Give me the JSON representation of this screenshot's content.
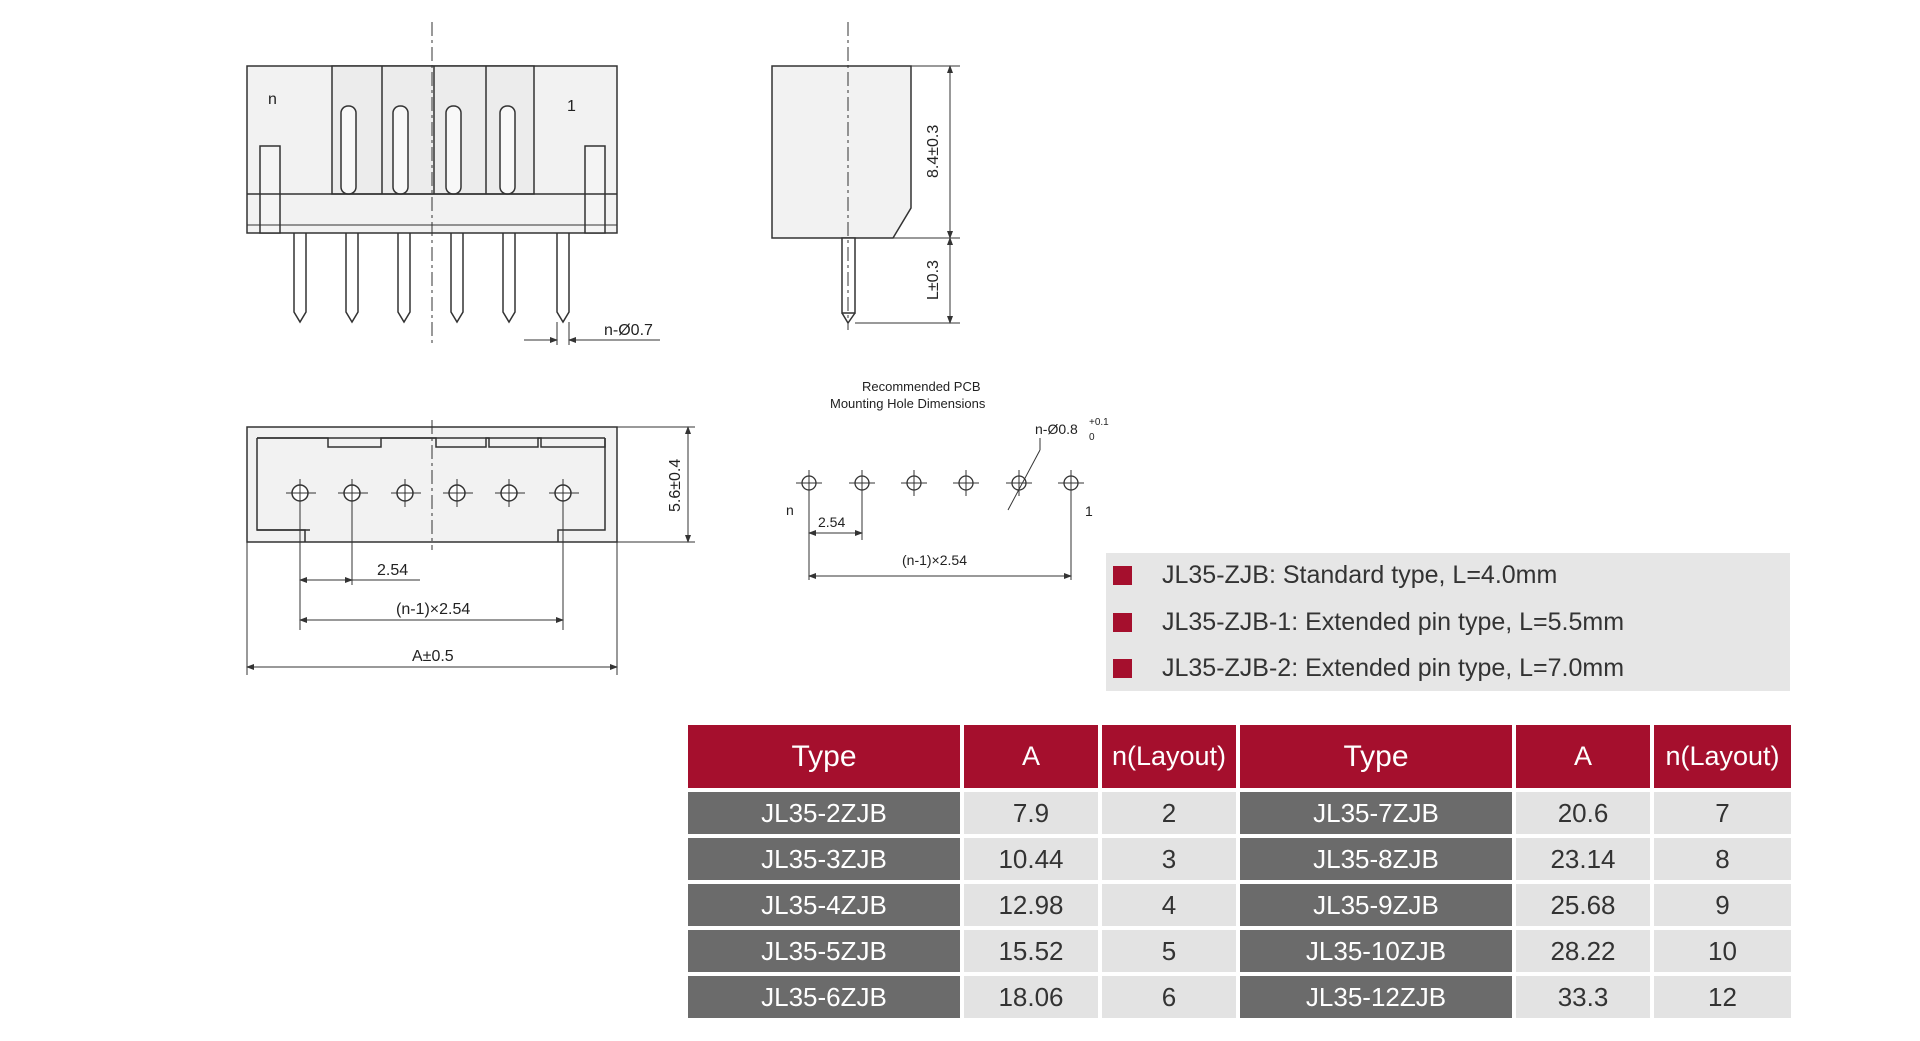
{
  "drawing": {
    "front_n": "n",
    "front_1": "1",
    "pin_dia": "n-Ø0.7",
    "h_body": "8.4±0.3",
    "h_pin": "L±0.3",
    "depth": "5.6±0.4",
    "pitch_bottom": "2.54",
    "span_bottom": "(n-1)×2.54",
    "overall": "A±0.5",
    "pcb_title_1": "Recommended PCB",
    "pcb_title_2": "Mounting Hole Dimensions",
    "pcb_hole": "n-Ø0.8",
    "pcb_tol_plus": "+0.1",
    "pcb_tol_zero": "0",
    "pcb_n": "n",
    "pcb_1": "1",
    "pcb_pitch": "2.54",
    "pcb_span": "(n-1)×2.54"
  },
  "legend": [
    "JL35-ZJB: Standard type, L=4.0mm",
    "JL35-ZJB-1: Extended pin type, L=5.5mm",
    "JL35-ZJB-2: Extended pin type, L=7.0mm"
  ],
  "colors": {
    "accent": "#a50f2d",
    "type_cell": "#6b6b6b",
    "value_cell": "#e3e3e3",
    "legend_bg": "#e6e6e6"
  },
  "table": {
    "headers": [
      "Type",
      "A",
      "n(Layout)",
      "Type",
      "A",
      "n(Layout)"
    ],
    "rows": [
      [
        "JL35-2ZJB",
        "7.9",
        "2",
        "JL35-7ZJB",
        "20.6",
        "7"
      ],
      [
        "JL35-3ZJB",
        "10.44",
        "3",
        "JL35-8ZJB",
        "23.14",
        "8"
      ],
      [
        "JL35-4ZJB",
        "12.98",
        "4",
        "JL35-9ZJB",
        "25.68",
        "9"
      ],
      [
        "JL35-5ZJB",
        "15.52",
        "5",
        "JL35-10ZJB",
        "28.22",
        "10"
      ],
      [
        "JL35-6ZJB",
        "18.06",
        "6",
        "JL35-12ZJB",
        "33.3",
        "12"
      ]
    ]
  }
}
